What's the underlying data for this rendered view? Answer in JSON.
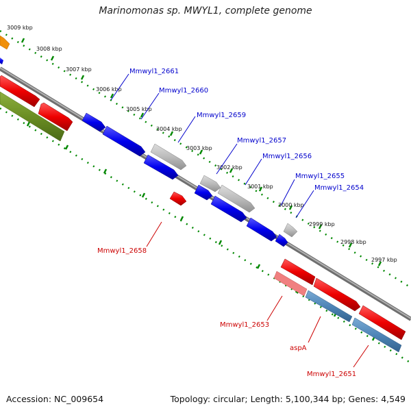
{
  "title": "Marinomonas sp. MWYL1, complete genome",
  "footer": {
    "accession": "Accession: NC_009654",
    "topology": "Topology: circular; Length: 5,100,344 bp; Genes: 4,549"
  },
  "scale_labels": [
    "3009 kbp",
    "3008 kbp",
    "3007 kbp",
    "3006 kbp",
    "3005 kbp",
    "3004 kbp",
    "3003 kbp",
    "3002 kbp",
    "3001 kbp",
    "3000 kbp",
    "2999 kbp",
    "2998 kbp",
    "2997 kbp"
  ],
  "gene_labels": {
    "forward": [
      "Mmwyl1_2661",
      "Mmwyl1_2660",
      "Mmwyl1_2659",
      "Mmwyl1_2657",
      "Mmwyl1_2656",
      "Mmwyl1_2655",
      "Mmwyl1_2654"
    ],
    "reverse": [
      "Mmwyl1_2658",
      "Mmwyl1_2653",
      "aspA",
      "Mmwyl1_2651"
    ]
  },
  "colors": {
    "forward_cds": "#0000ee",
    "reverse_cds": "#ee0000",
    "other_gene": "#bbbbbb",
    "rRNA_blue": "#4f86b8",
    "olive": "#6b8e23",
    "orange": "#f0900a",
    "backbone": "#888888",
    "scale_ticks": "#008800"
  }
}
